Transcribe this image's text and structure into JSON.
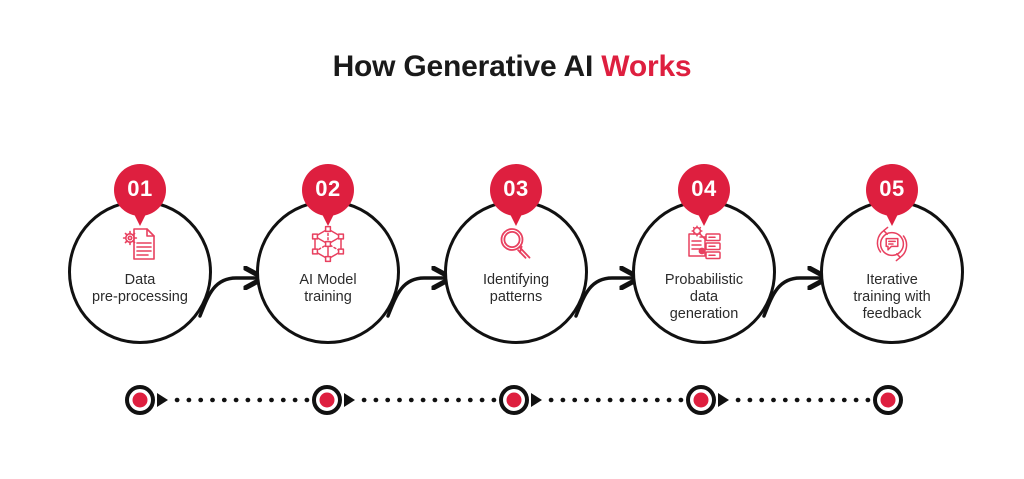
{
  "page": {
    "background": "#ffffff",
    "accent_color": "#DE1F3F",
    "text_color": "#2b2b2b"
  },
  "title": {
    "text_primary": "How Generative AI ",
    "text_accent": "Works",
    "full": "How Generative AI Works"
  },
  "steps": [
    {
      "number": "01",
      "label": "Data\npre-processing",
      "icon": "document-gear-icon"
    },
    {
      "number": "02",
      "label": "AI Model\ntraining",
      "icon": "network-cube-icon"
    },
    {
      "number": "03",
      "label": "Identifying\npatterns",
      "icon": "magnifier-icon"
    },
    {
      "number": "04",
      "label": "Probabilistic\ndata\ngeneration",
      "icon": "data-server-gear-icon"
    },
    {
      "number": "05",
      "label": "Iterative\ntraining with\nfeedback",
      "icon": "feedback-cycle-icon"
    }
  ],
  "timeline": {
    "marker_count": 5,
    "arrow_count": 4,
    "marker_fill": "#DE1F3F",
    "marker_ring": "#111111",
    "dot_color": "#111111"
  }
}
